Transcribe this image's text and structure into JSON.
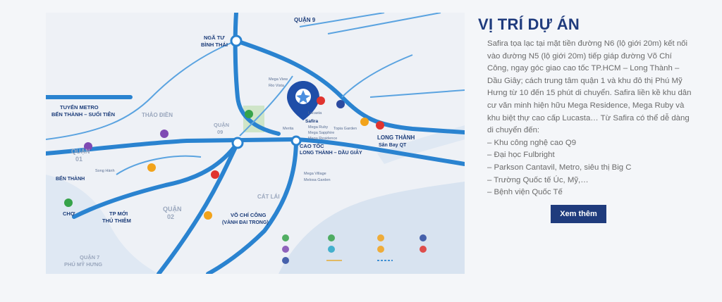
{
  "section": {
    "title": "VỊ TRÍ DỰ ÁN",
    "description": "Safira tọa lạc tại mặt tiền đường N6 (lộ giới 20m) kết nối vào đường N5 (lộ giới 20m) tiếp giáp đường Võ Chí Công, ngay góc giao cao tốc TP.HCM – Long Thành – Dầu Giây; cách trung tâm quận 1 và khu đô thị Phú Mỹ Hưng từ 10 đến 15 phút di chuyển. Safira liền kề khu dân cư văn minh hiện hữu Mega Residence, Mega Ruby và khu biệt thự cao cấp Lucasta… Từ Safira có thể dễ dàng di chuyển đến:",
    "destinations": [
      "Khu công nghệ cao Q9",
      "Đại học Fulbright",
      "Parkson Cantavil, Metro, siêu thị Big C",
      "Trường Quốc tế Úc, Mỹ,…",
      "Bệnh viện Quốc Tế"
    ],
    "more_button": "Xem thêm"
  },
  "map": {
    "labels": {
      "quan9": "QUẬN 9",
      "nga_tu_1": "NGÃ TƯ",
      "nga_tu_2": "BÌNH THÁI",
      "metro_1": "TUYẾN METRO",
      "metro_2": "BẾN THÀNH – SUỐI TIÊN",
      "thao_dien": "THẢO ĐIỀN",
      "quan1_1": "QUẬN",
      "quan1_2": "01",
      "cho_1": "CHỢ",
      "cho_2": "BẾN THÀNH",
      "tp_moi_1": "TP MỚI",
      "tp_moi_2": "THỦ THIÊM",
      "quan2_1": "QUẬN",
      "quan2_2": "02",
      "quan7_1": "QUẬN 7",
      "quan7_2": "PHÚ MỸ HƯNG",
      "cat_lai": "CÁT LÁI",
      "vcc_1": "VÕ CHÍ CÔNG",
      "vcc_2": "(VÀNH ĐAI TRONG)",
      "cao_toc_1": "CAO TỐC",
      "cao_toc_2": "LONG THÀNH – DẦU GIÂY",
      "long_thanh_1": "LONG THÀNH",
      "long_thanh_2": "Sân Bay QT",
      "safira": "Safira",
      "lucasta": "Lucasta",
      "mega_ruby": "Mega Ruby",
      "mega_sapphire": "Mega Sapphire",
      "mega_residence": "Mega Residence",
      "topia": "Topia Garden",
      "mega_village": "Mega Village",
      "melosa": "Melosa Garden",
      "merita": "Merita",
      "mega_view": "Mega View",
      "rio_vista": "Rio Vista",
      "quan09_1": "QUẬN",
      "quan09_2": "09",
      "song_hanh": "Song Hành"
    }
  }
}
